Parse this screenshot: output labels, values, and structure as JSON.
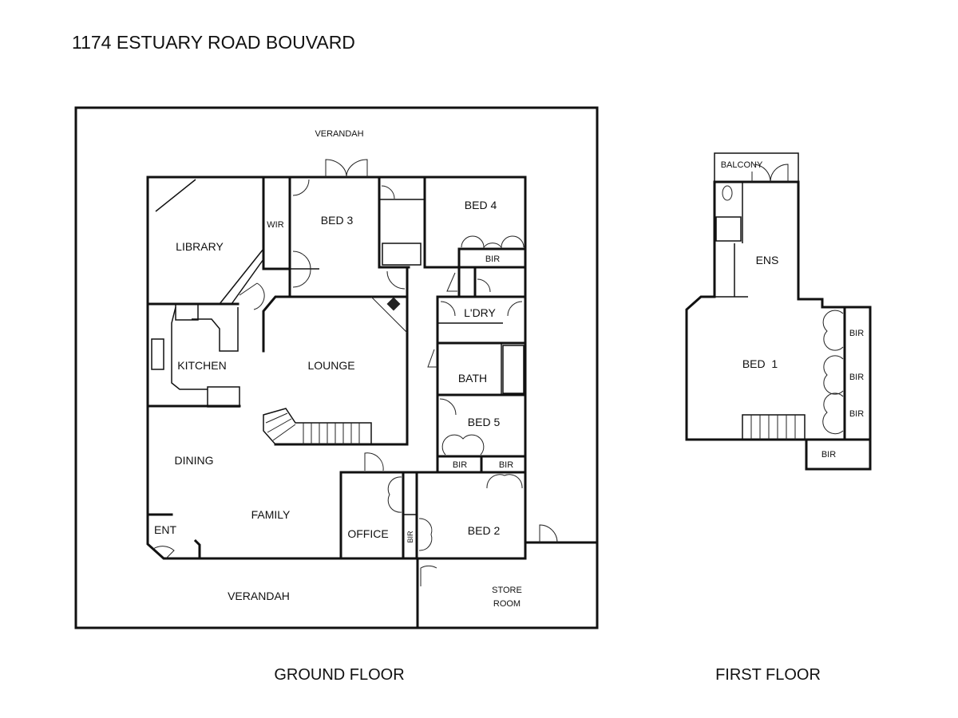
{
  "title": "1174 ESTUARY ROAD BOUVARD",
  "ground_floor": {
    "caption": "GROUND FLOOR",
    "rooms": {
      "verandah_top": "VERANDAH",
      "verandah_bottom": "VERANDAH",
      "library": "LIBRARY",
      "wir": "WIR",
      "bed3": "BED 3",
      "bed4": "BED 4",
      "bed4_bir": "BIR",
      "kitchen": "KITCHEN",
      "lounge": "LOUNGE",
      "laundry": "L'DRY",
      "bath": "BATH",
      "bed5": "BED 5",
      "bed5_bir_left": "BIR",
      "bed5_bir_right": "BIR",
      "dining": "DINING",
      "family": "FAMILY",
      "entry": "ENT",
      "office": "OFFICE",
      "office_bir": "BIR",
      "bed2": "BED 2",
      "store_room_line1": "STORE",
      "store_room_line2": "ROOM"
    }
  },
  "first_floor": {
    "caption": "FIRST FLOOR",
    "rooms": {
      "balcony": "BALCONY",
      "ensuite": "ENS",
      "bed1": "BED  1",
      "bir_1": "BIR",
      "bir_2": "BIR",
      "bir_3": "BIR",
      "bir_4": "BIR"
    }
  }
}
